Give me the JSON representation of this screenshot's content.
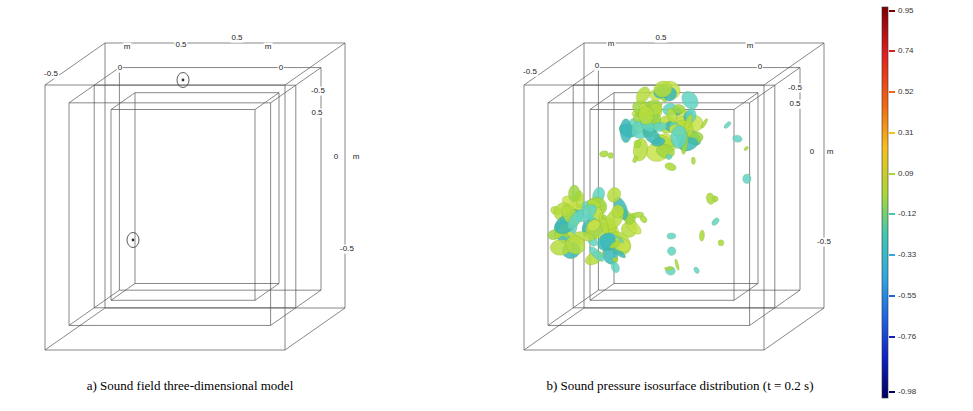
{
  "diagram": {
    "labels": [
      "m",
      "0.5",
      "0.5",
      "m",
      "0",
      "0",
      "-0.5",
      "-0.5",
      "0.5",
      "0",
      "m",
      "-0.5",
      "m",
      "0.5",
      "m",
      "0",
      "0",
      "-0.5",
      "-0.5",
      "0.5",
      "0",
      "m",
      "-0.5",
      "a) Sound field three-dimensional model",
      "b) Sound pressure isosurface distribution (t = 0.2 s)"
    ],
    "legend": [
      {
        "text": "0.95",
        "color": "#7f0000"
      },
      {
        "text": "0.74",
        "color": "#e02020"
      },
      {
        "text": "0.52",
        "color": "#f06a10"
      },
      {
        "text": "0.31",
        "color": "#f5c020"
      },
      {
        "text": "0.09",
        "color": "#a8d838"
      },
      {
        "text": "-0.12",
        "color": "#40c8b0"
      },
      {
        "text": "-0.33",
        "color": "#30a8e0"
      },
      {
        "text": "-0.55",
        "color": "#2060e0"
      },
      {
        "text": "-0.76",
        "color": "#1020c0"
      },
      {
        "text": "-0.98",
        "color": "#000060"
      }
    ]
  }
}
